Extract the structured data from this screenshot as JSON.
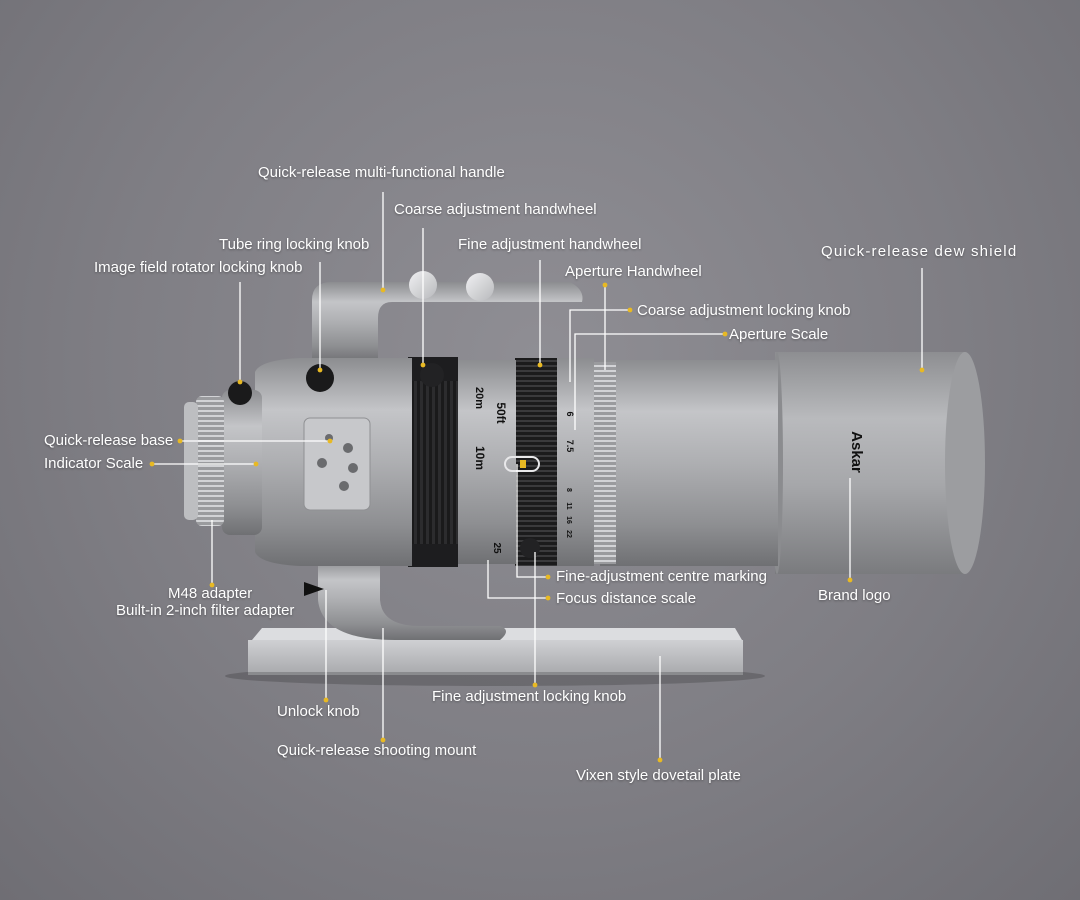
{
  "colors": {
    "background": "#858489",
    "leader_line": "#ffffff",
    "callout_dot": "#e8b923",
    "body_silver": "#a9aaad",
    "ring_black": "#1c1c1e"
  },
  "lens_markings": {
    "brand": "Askar",
    "focus_20m": "20m",
    "focus_50ft": "50ft",
    "focus_10m": "10m",
    "focus_25": "25",
    "aperture_6": "6",
    "aperture_7_5": "7.5",
    "aperture_8": "8",
    "aperture_11": "11",
    "aperture_16": "16",
    "aperture_22": "22"
  },
  "callouts": [
    {
      "id": "quick-release-handle",
      "text": "Quick-release multi-functional handle"
    },
    {
      "id": "coarse-handwheel",
      "text": "Coarse adjustment handwheel"
    },
    {
      "id": "tube-ring-knob",
      "text": "Tube ring locking knob"
    },
    {
      "id": "fine-handwheel",
      "text": "Fine adjustment handwheel"
    },
    {
      "id": "rotator-knob",
      "text": "Image field rotator locking knob"
    },
    {
      "id": "aperture-handwheel",
      "text": "Aperture Handwheel"
    },
    {
      "id": "coarse-locking-knob",
      "text": "Coarse adjustment locking knob"
    },
    {
      "id": "aperture-scale",
      "text": "Aperture Scale"
    },
    {
      "id": "dew-shield",
      "text": "Quick-release dew shield"
    },
    {
      "id": "quick-release-base",
      "text": "Quick-release base"
    },
    {
      "id": "indicator-scale",
      "text": "Indicator Scale"
    },
    {
      "id": "fine-centre-marking",
      "text": "Fine-adjustment centre marking"
    },
    {
      "id": "focus-distance-scale",
      "text": "Focus distance scale"
    },
    {
      "id": "brand-logo",
      "text": "Brand logo"
    },
    {
      "id": "m48-adapter",
      "text": "M48 adapter"
    },
    {
      "id": "filter-adapter",
      "text": "Built-in 2-inch filter adapter"
    },
    {
      "id": "fine-locking-knob",
      "text": "Fine adjustment locking knob"
    },
    {
      "id": "unlock-knob",
      "text": "Unlock knob"
    },
    {
      "id": "shooting-mount",
      "text": "Quick-release shooting mount"
    },
    {
      "id": "dovetail-plate",
      "text": "Vixen style dovetail plate"
    }
  ]
}
